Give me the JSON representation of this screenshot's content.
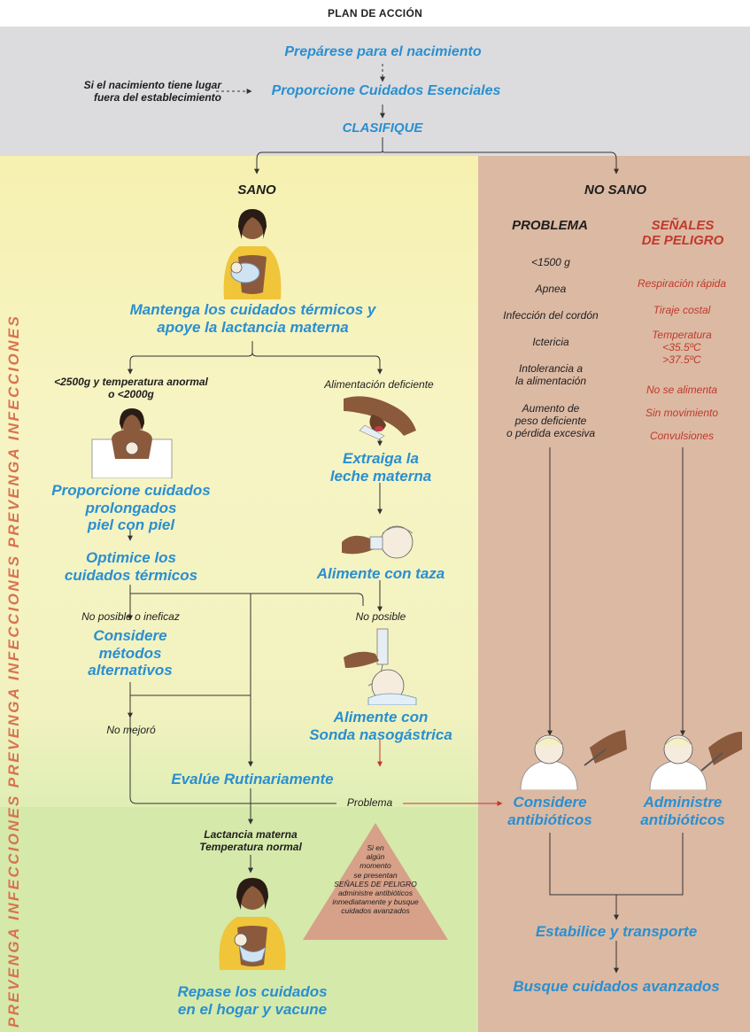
{
  "header": {
    "top_title": "",
    "plan_label": "PLAN DE ACCIÓN"
  },
  "side_banner": {
    "text": "PREVENGA INFECCIONES   PREVENGA INFECCIONES   PREVENGA INFECCIONES"
  },
  "top_section": {
    "prepare": "Prepárese para el nacimiento",
    "outside_note": "Si el nacimiento tiene lugar\nfuera del establecimiento",
    "essential_care": "Proporcione Cuidados Esenciales",
    "classify": "CLASIFIQUE"
  },
  "healthy": {
    "title": "SANO",
    "maintain": "Mantenga los cuidados térmicos y\napoye la lactancia materna",
    "low_weight_condition": "<2500g y temperatura anormal\no <2000g",
    "skin_to_skin": "Proporcione cuidados\nprolongados\npiel con piel",
    "optimize": "Optimice los\ncuidados térmicos",
    "not_possible_ineffective": "No posible o ineficaz",
    "alternatives": "Considere\nmétodos\nalternativos",
    "not_improved": "No mejoró",
    "feeding_deficient": "Alimentación deficiente",
    "express_milk": "Extraiga la\nleche materna",
    "cup_feed": "Alimente con taza",
    "not_possible": "No posible",
    "tube_feed": "Alimente con\nSonda nasogástrica",
    "evaluate": "Evalúe Rutinariamente",
    "problem_label": "Problema",
    "breastfeeding_normal": "Lactancia materna\nTemperatura normal",
    "home_care": "Repase los cuidados\nen el hogar y vacune",
    "warning_triangle": "Si en\nalgún\nmomento\nse presentan\nSEÑALES DE PELIGRO\nadministre antibióticos\ninmediatamente y busque\ncuidados avanzados"
  },
  "not_healthy": {
    "title": "NO SANO",
    "problem_header": "PROBLEMA",
    "problems": [
      "<1500 g",
      "Apnea",
      "Infección del cordón",
      "Ictericia",
      "Intolerancia a\nla alimentación",
      "Aumento de\npeso deficiente\no pérdida excesiva"
    ],
    "danger_header": "SEÑALES\nDE PELIGRO",
    "danger_signs": [
      "Respiración rápida",
      "Tiraje costal",
      "Temperatura\n<35.5ºC\n>37.5ºC",
      "No se alimenta",
      "Sin movimiento",
      "Convulsiones"
    ],
    "consider_antibiotics": "Considere\nantibióticos",
    "give_antibiotics": "Administre\nantibióticos",
    "stabilize": "Estabilice y transporte",
    "seek_advanced": "Busque cuidados avanzados"
  },
  "colors": {
    "blue_text": "#2a8fd0",
    "red_text": "#c0392b",
    "banner_text": "#d9734f",
    "grey_band": "#dcdcde",
    "yellow_band": "#f6f1b0",
    "green_band": "#d5e9aa",
    "rose_band": "#dcb9a3",
    "warning_triangle": "#d7a088"
  },
  "icons": {
    "mother_breastfeeding": "mother-breastfeeding-illustration",
    "skin_to_skin": "skin-to-skin-illustration",
    "breast_milk_expression": "hand-expression-illustration",
    "cup_feeding": "cup-feeding-illustration",
    "tube_feeding": "nasogastric-tube-illustration",
    "injection_baby": "baby-injection-illustration",
    "warning": "warning-triangle"
  }
}
